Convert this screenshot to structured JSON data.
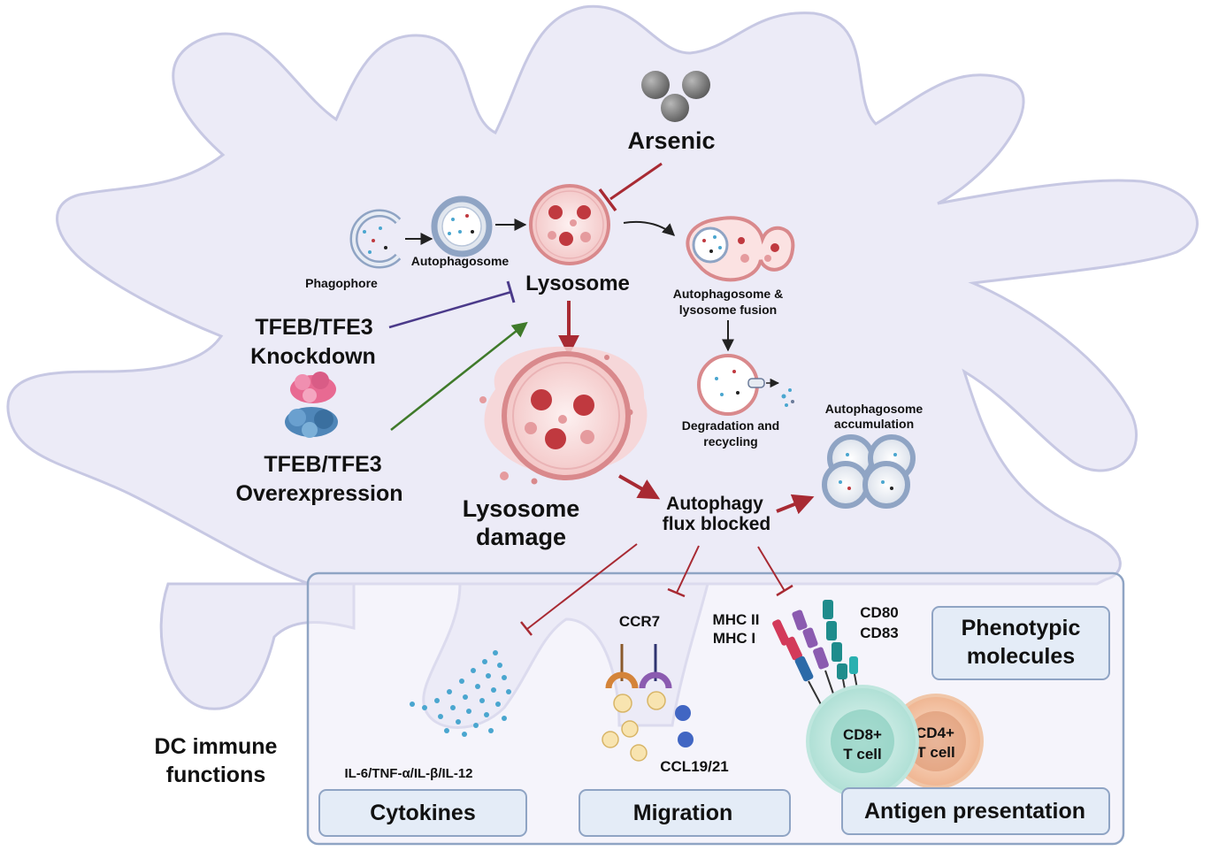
{
  "labels": {
    "arsenic": "Arsenic",
    "phagophore": "Phagophore",
    "autophagosome": "Autophagosome",
    "lysosome": "Lysosome",
    "fusion_line1": "Autophagosome &",
    "fusion_line2": "lysosome fusion",
    "degradation_line1": "Degradation and",
    "degradation_line2": "recycling",
    "accumulation_line1": "Autophagosome",
    "accumulation_line2": "accumulation",
    "knockdown_line1": "TFEB/TFE3",
    "knockdown_line2": "Knockdown",
    "overexpression_line1": "TFEB/TFE3",
    "overexpression_line2": "Overexpression",
    "damage_line1": "Lysosome",
    "damage_line2": "damage",
    "flux_line1": "Autophagy",
    "flux_line2": "flux blocked",
    "dc_line1": "DC immune",
    "dc_line2": "functions",
    "ccr7": "CCR7",
    "mhc2": "MHC II",
    "mhc1": "MHC I",
    "cd80": "CD80",
    "cd83": "CD83",
    "cytokine_list": "IL-6/TNF-α/IL-β/IL-12",
    "ccl": "CCL19/21",
    "cd8_line1": "CD8+",
    "cd8_line2": "T cell",
    "cd4_line1": "CD4+",
    "cd4_line2": "T cell"
  },
  "boxes": {
    "cytokines": "Cytokines",
    "migration": "Migration",
    "antigen": "Antigen presentation",
    "phenotypic_line1": "Phenotypic",
    "phenotypic_line2": "molecules"
  },
  "colors": {
    "cell_fill": "#ecebf7",
    "cell_stroke": "#c7c8e3",
    "inhibit_red": "#a82a33",
    "activate_green": "#3f7a2a",
    "inhibit_purple": "#4b3a8a",
    "lysosome_pink": "#f3c6c6",
    "granule_red": "#c0393f",
    "cytokine_blue": "#4aa6cf",
    "cd8_teal": "#cfeee8",
    "cd4_orange": "#f4c7a7"
  }
}
